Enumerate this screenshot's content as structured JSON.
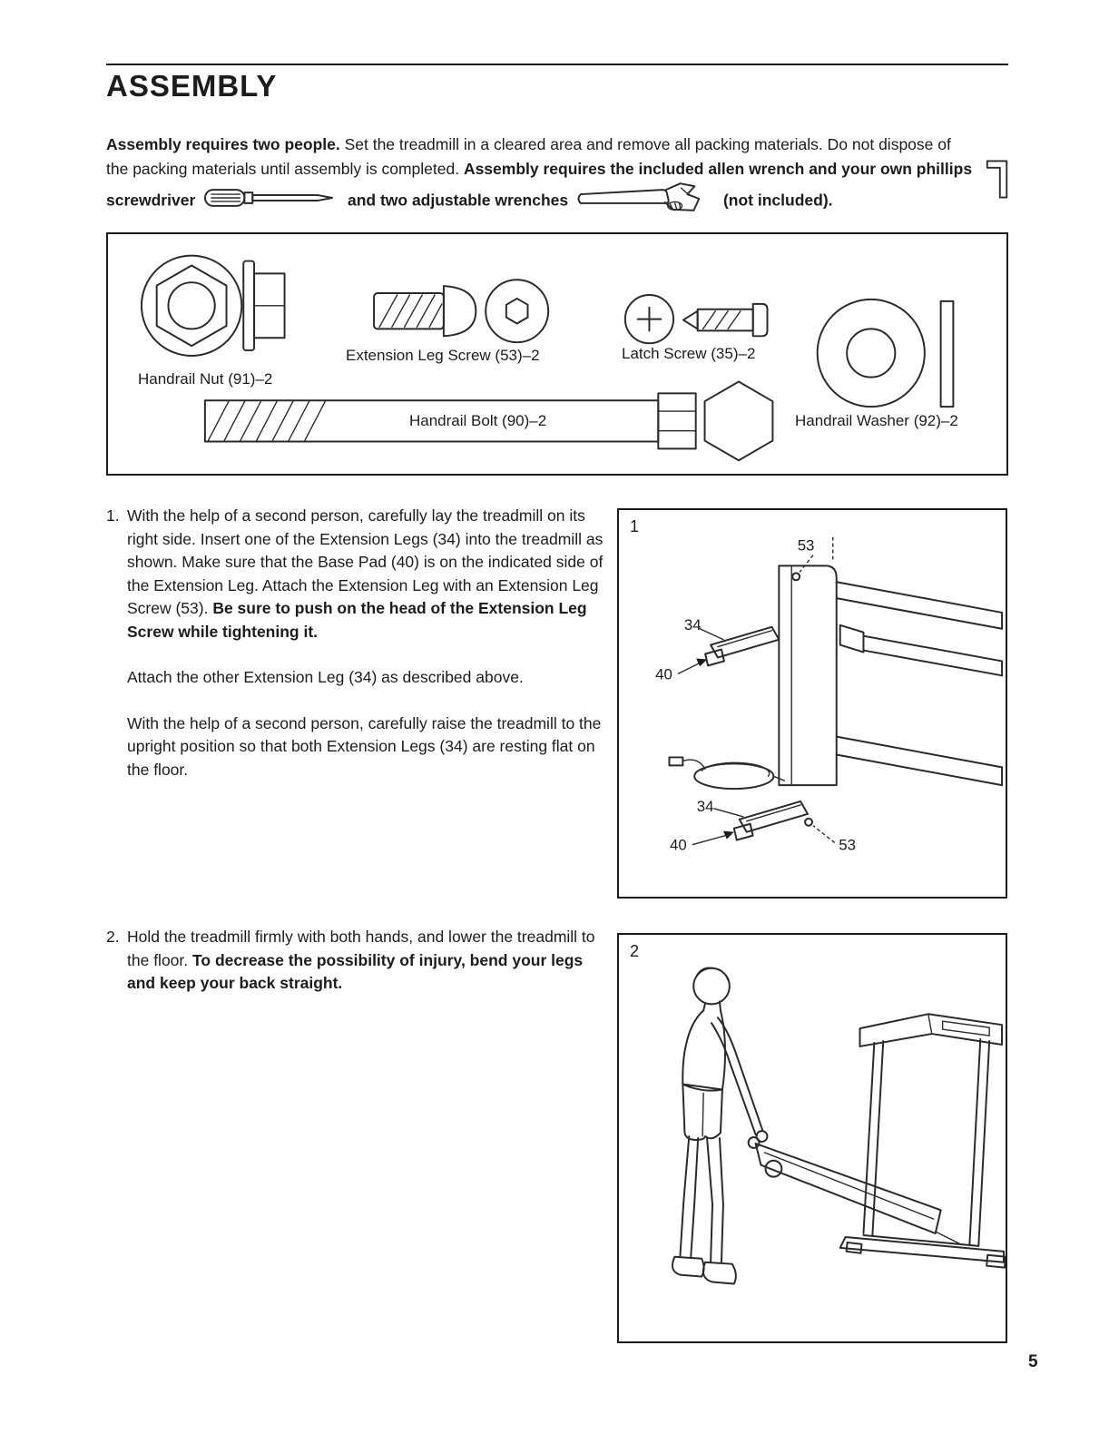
{
  "page": {
    "title": "ASSEMBLY",
    "number": "5"
  },
  "intro": {
    "seg1_bold": "Assembly requires two people.",
    "seg2": " Set the treadmill in a cleared area and remove all packing materials. Do not dispose of the packing materials until assembly is completed. ",
    "seg3_bold": "Assembly requires the included allen wrench and your own phillips screwdriver ",
    "seg4_bold": " and two adjustable wrenches ",
    "seg5_bold": "(not included).",
    "icons": {
      "allen": "allen-wrench",
      "screwdriver": "phillips-screwdriver",
      "wrench": "adjustable-wrench"
    }
  },
  "hardware": {
    "nut_label": "Handrail Nut (91)–2",
    "ext_screw_label": "Extension Leg Screw (53)–2",
    "latch_screw_label": "Latch Screw (35)–2",
    "bolt_label": "Handrail Bolt (90)–2",
    "washer_label": "Handrail Washer (92)–2"
  },
  "steps": {
    "step1": {
      "number": "1.",
      "para1": "With the help of a second person, carefully lay the treadmill on its right side. Insert one of the Extension Legs (34) into the treadmill as shown. Make sure that the Base Pad (40) is on the indicated side of the Extension Leg. Attach the Extension Leg with an Extension Leg Screw (53). ",
      "para1_bold": "Be sure to push on the head of the Extension Leg Screw while tightening it.",
      "para2": "Attach the other Extension Leg (34) as described above.",
      "para3": "With the help of a second person, carefully raise the treadmill to the upright position so that both Extension Legs (34) are resting flat on the floor."
    },
    "step2": {
      "number": "2.",
      "para1": "Hold the treadmill firmly with both hands, and lower the treadmill to the floor. ",
      "para1_bold": "To decrease the possibility of injury, bend your legs and keep your back straight."
    }
  },
  "figure1": {
    "label": "1",
    "callout_53_top": "53",
    "callout_34_top": "34",
    "callout_40_top": "40",
    "callout_34_bottom": "34",
    "callout_40_bottom": "40",
    "callout_53_bottom": "53"
  },
  "figure2": {
    "label": "2"
  }
}
